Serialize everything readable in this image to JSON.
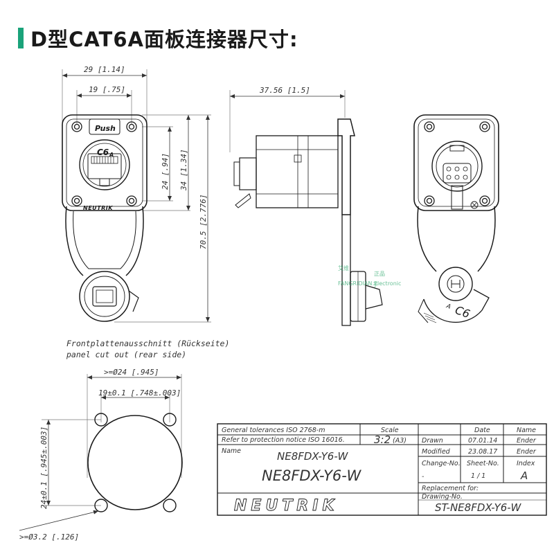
{
  "title": "D型CAT6A面板连接器尺寸:",
  "colors": {
    "accent": "#1aa37a",
    "line": "#1a1a1a",
    "dim_line": "#555555"
  },
  "front_view": {
    "width": "29 [1.14]",
    "hole_spacing_h": "19 [.75]",
    "hole_spacing_v": "24 [.94]",
    "body_height": "34 [1.34]",
    "total_height": "70.5 [2.776]",
    "push_label": "Push",
    "cat_label": "C6",
    "cat_sub": "A",
    "brand_label": "NEUTRIK"
  },
  "side_view": {
    "depth": "37.56 [1.5]"
  },
  "rear_view": {
    "cat_label": "C6",
    "cat_sub": "A"
  },
  "cutout": {
    "note_de": "Frontplattenausschnitt (Rückseite)",
    "note_en": "panel cut out (rear side)",
    "diameter": ">=Ø24 [.945]",
    "hole_spacing_h": "19±0.1 [.748±.003]",
    "hole_spacing_v": "24±0.1 [.945±.003]",
    "hole_diameter": ">=Ø3.2 [.126]"
  },
  "title_block": {
    "tolerances": "General tolerances ISO 2768-m",
    "protection": "Refer to protection notice ISO 16016.",
    "scale_label": "Scale",
    "scale_value": "3:2",
    "scale_sheet": "(A3)",
    "date_label": "Date",
    "name_label": "Name",
    "drawn_label": "Drawn",
    "drawn_date": "07.01.14",
    "drawn_name": "Ender",
    "modified_label": "Modified",
    "modified_date": "23.08.17",
    "modified_name": "Ender",
    "name_field_label": "Name",
    "part_small": "NE8FDX-Y6-W",
    "part_big": "NE8FDX-Y6-W",
    "change_label": "Change-No.",
    "sheet_label": "Sheet-No.",
    "index_label": "Index",
    "change_value": "-",
    "sheet_value": "1 / 1",
    "index_value": "A",
    "replacement_label": "Replacement for:",
    "drawing_label": "Drawing-No.",
    "drawing_value": "ST-NE8FDX-Y6-W",
    "brand": "NEUTRIK"
  },
  "watermark": {
    "text1": "艾维",
    "text2": "正品",
    "text3": "FANGRIDIAN Electronic",
    "text4": "子"
  }
}
